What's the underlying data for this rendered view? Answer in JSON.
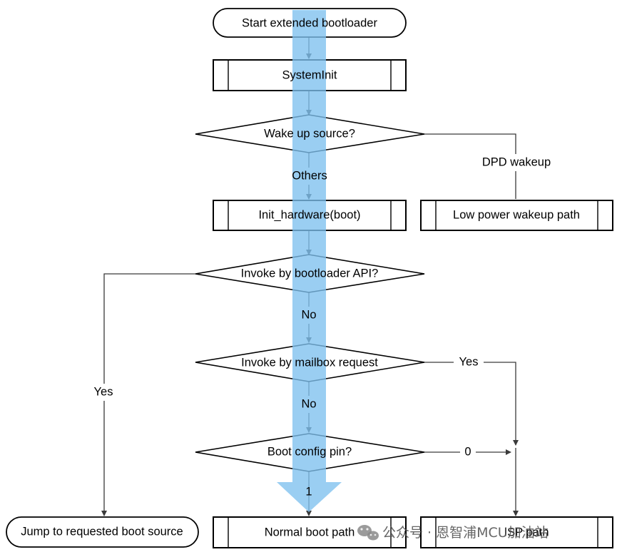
{
  "nodes": {
    "start": "Start extended bootloader",
    "system_init": "SystemInit",
    "wake_up_source": "Wake up source?",
    "init_hardware": "Init_hardware(boot)",
    "low_power_wakeup": "Low power wakeup path",
    "invoke_api": "Invoke by bootloader API?",
    "invoke_mailbox": "Invoke by mailbox request",
    "boot_config_pin": "Boot config pin?",
    "jump_requested": "Jump to requested boot source",
    "normal_boot": "Normal boot path",
    "isp_path": "ISP path"
  },
  "edge_labels": {
    "dpd_wakeup": "DPD wakeup",
    "others": "Others",
    "api_no": "No",
    "api_yes": "Yes",
    "mailbox_no": "No",
    "mailbox_yes": "Yes",
    "pin_zero": "0",
    "pin_one": "1"
  },
  "watermark": {
    "text": "公众号 · 恩智浦MCU加油站"
  },
  "colors": {
    "line": "#000000",
    "connector": "#3a3a3a",
    "highlight": "#7ec0ee",
    "watermark_icon": "#8a8a8a"
  }
}
